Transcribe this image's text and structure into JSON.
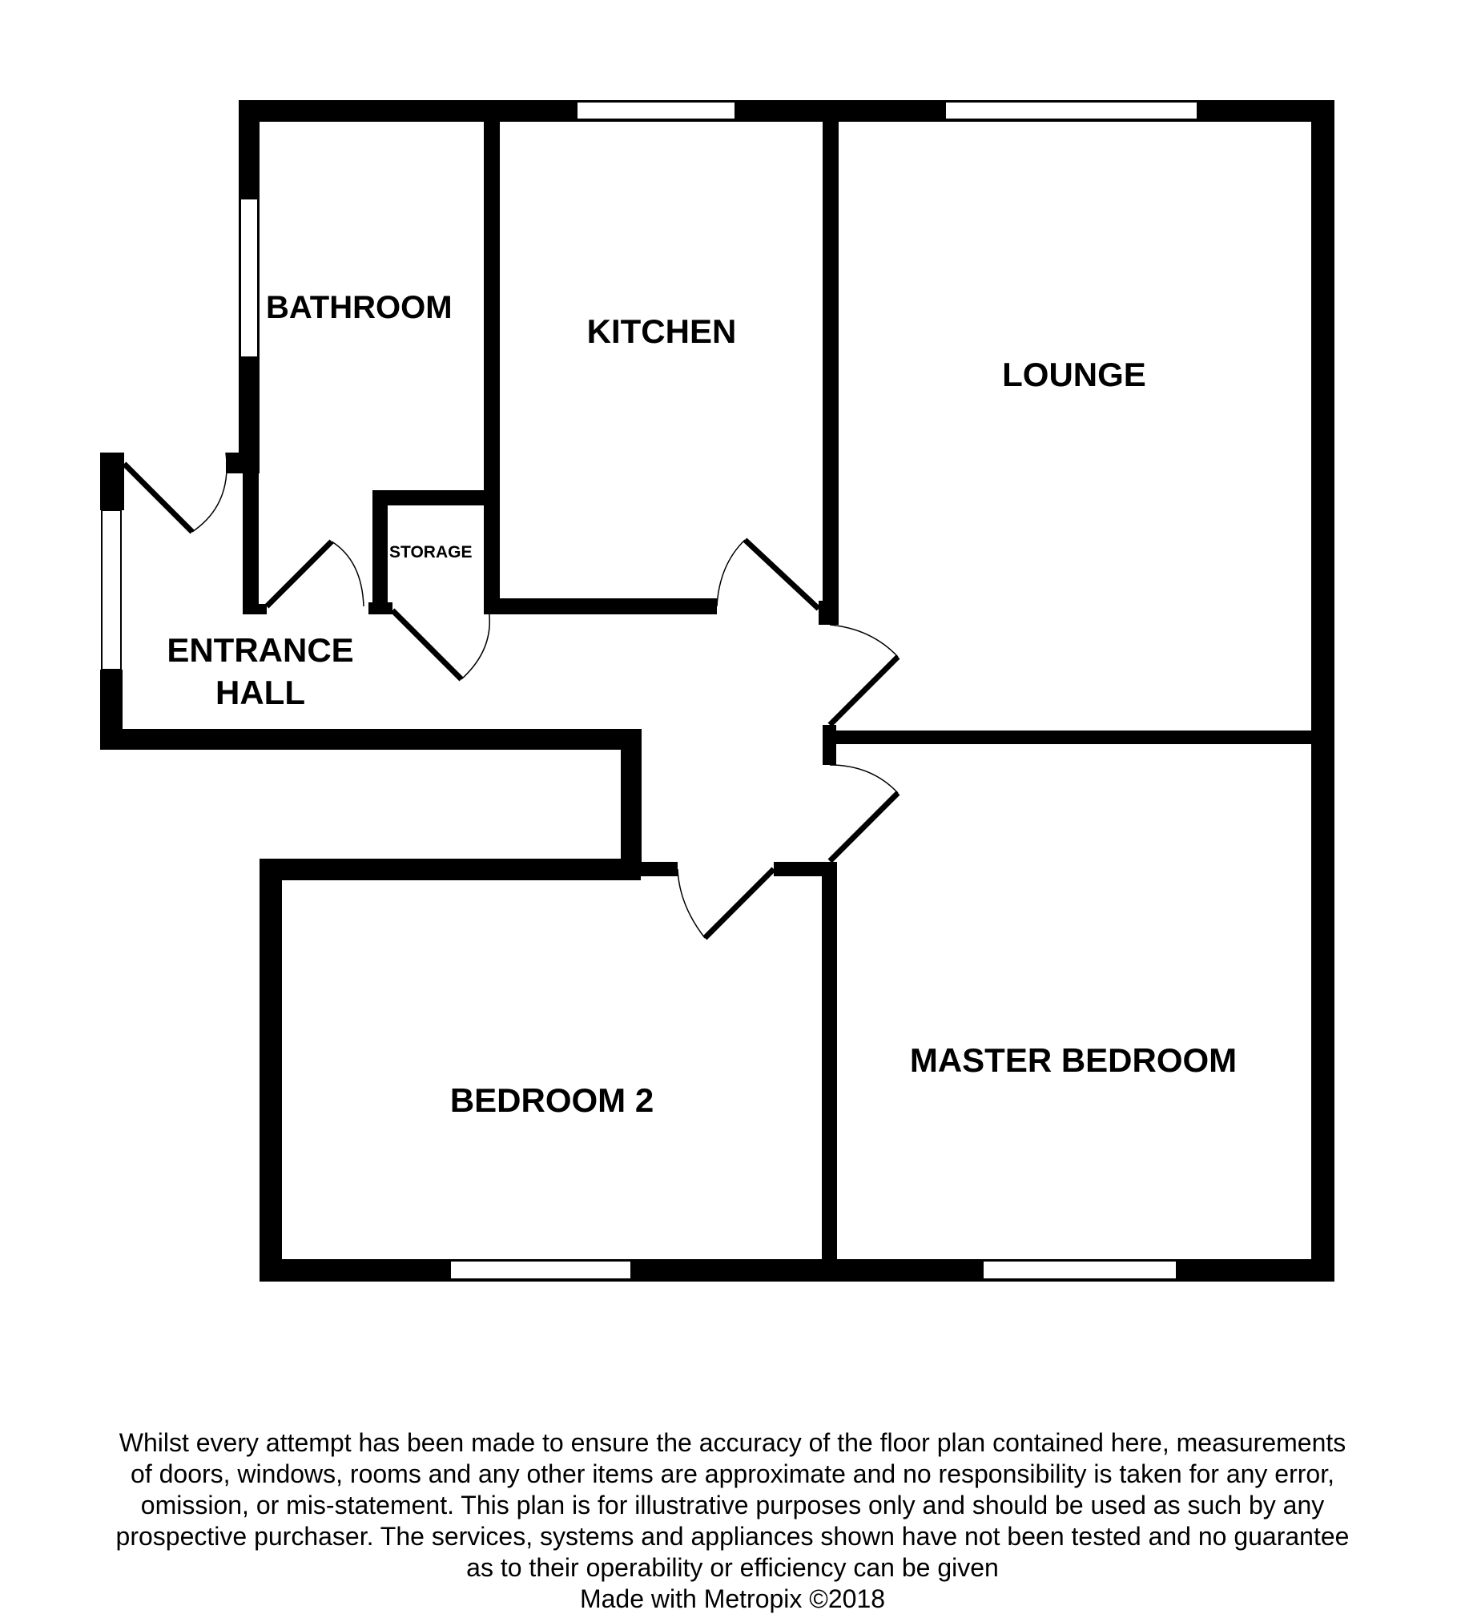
{
  "rooms": {
    "bathroom": "BATHROOM",
    "kitchen": "KITCHEN",
    "lounge": "LOUNGE",
    "storage": "STORAGE",
    "entrance_hall_line1": "ENTRANCE",
    "entrance_hall_line2": "HALL",
    "bedroom_2": "BEDROOM 2",
    "master_bedroom": "MASTER BEDROOM"
  },
  "disclaimer": {
    "line1": "Whilst every attempt has been made to ensure the accuracy of the floor plan contained here, measurements",
    "line2": "of doors, windows, rooms and any other items are approximate and no responsibility is taken for any error,",
    "line3": "omission, or mis-statement. This plan is for illustrative purposes only and should be used as such by any",
    "line4": "prospective purchaser. The services, systems and appliances shown have not been tested and no guarantee",
    "line5": "as to their operability or efficiency can be given",
    "credit": "Made with Metropix ©2018"
  },
  "colors": {
    "wall": "#000000",
    "window": "#ffffff",
    "background": "#ffffff"
  }
}
